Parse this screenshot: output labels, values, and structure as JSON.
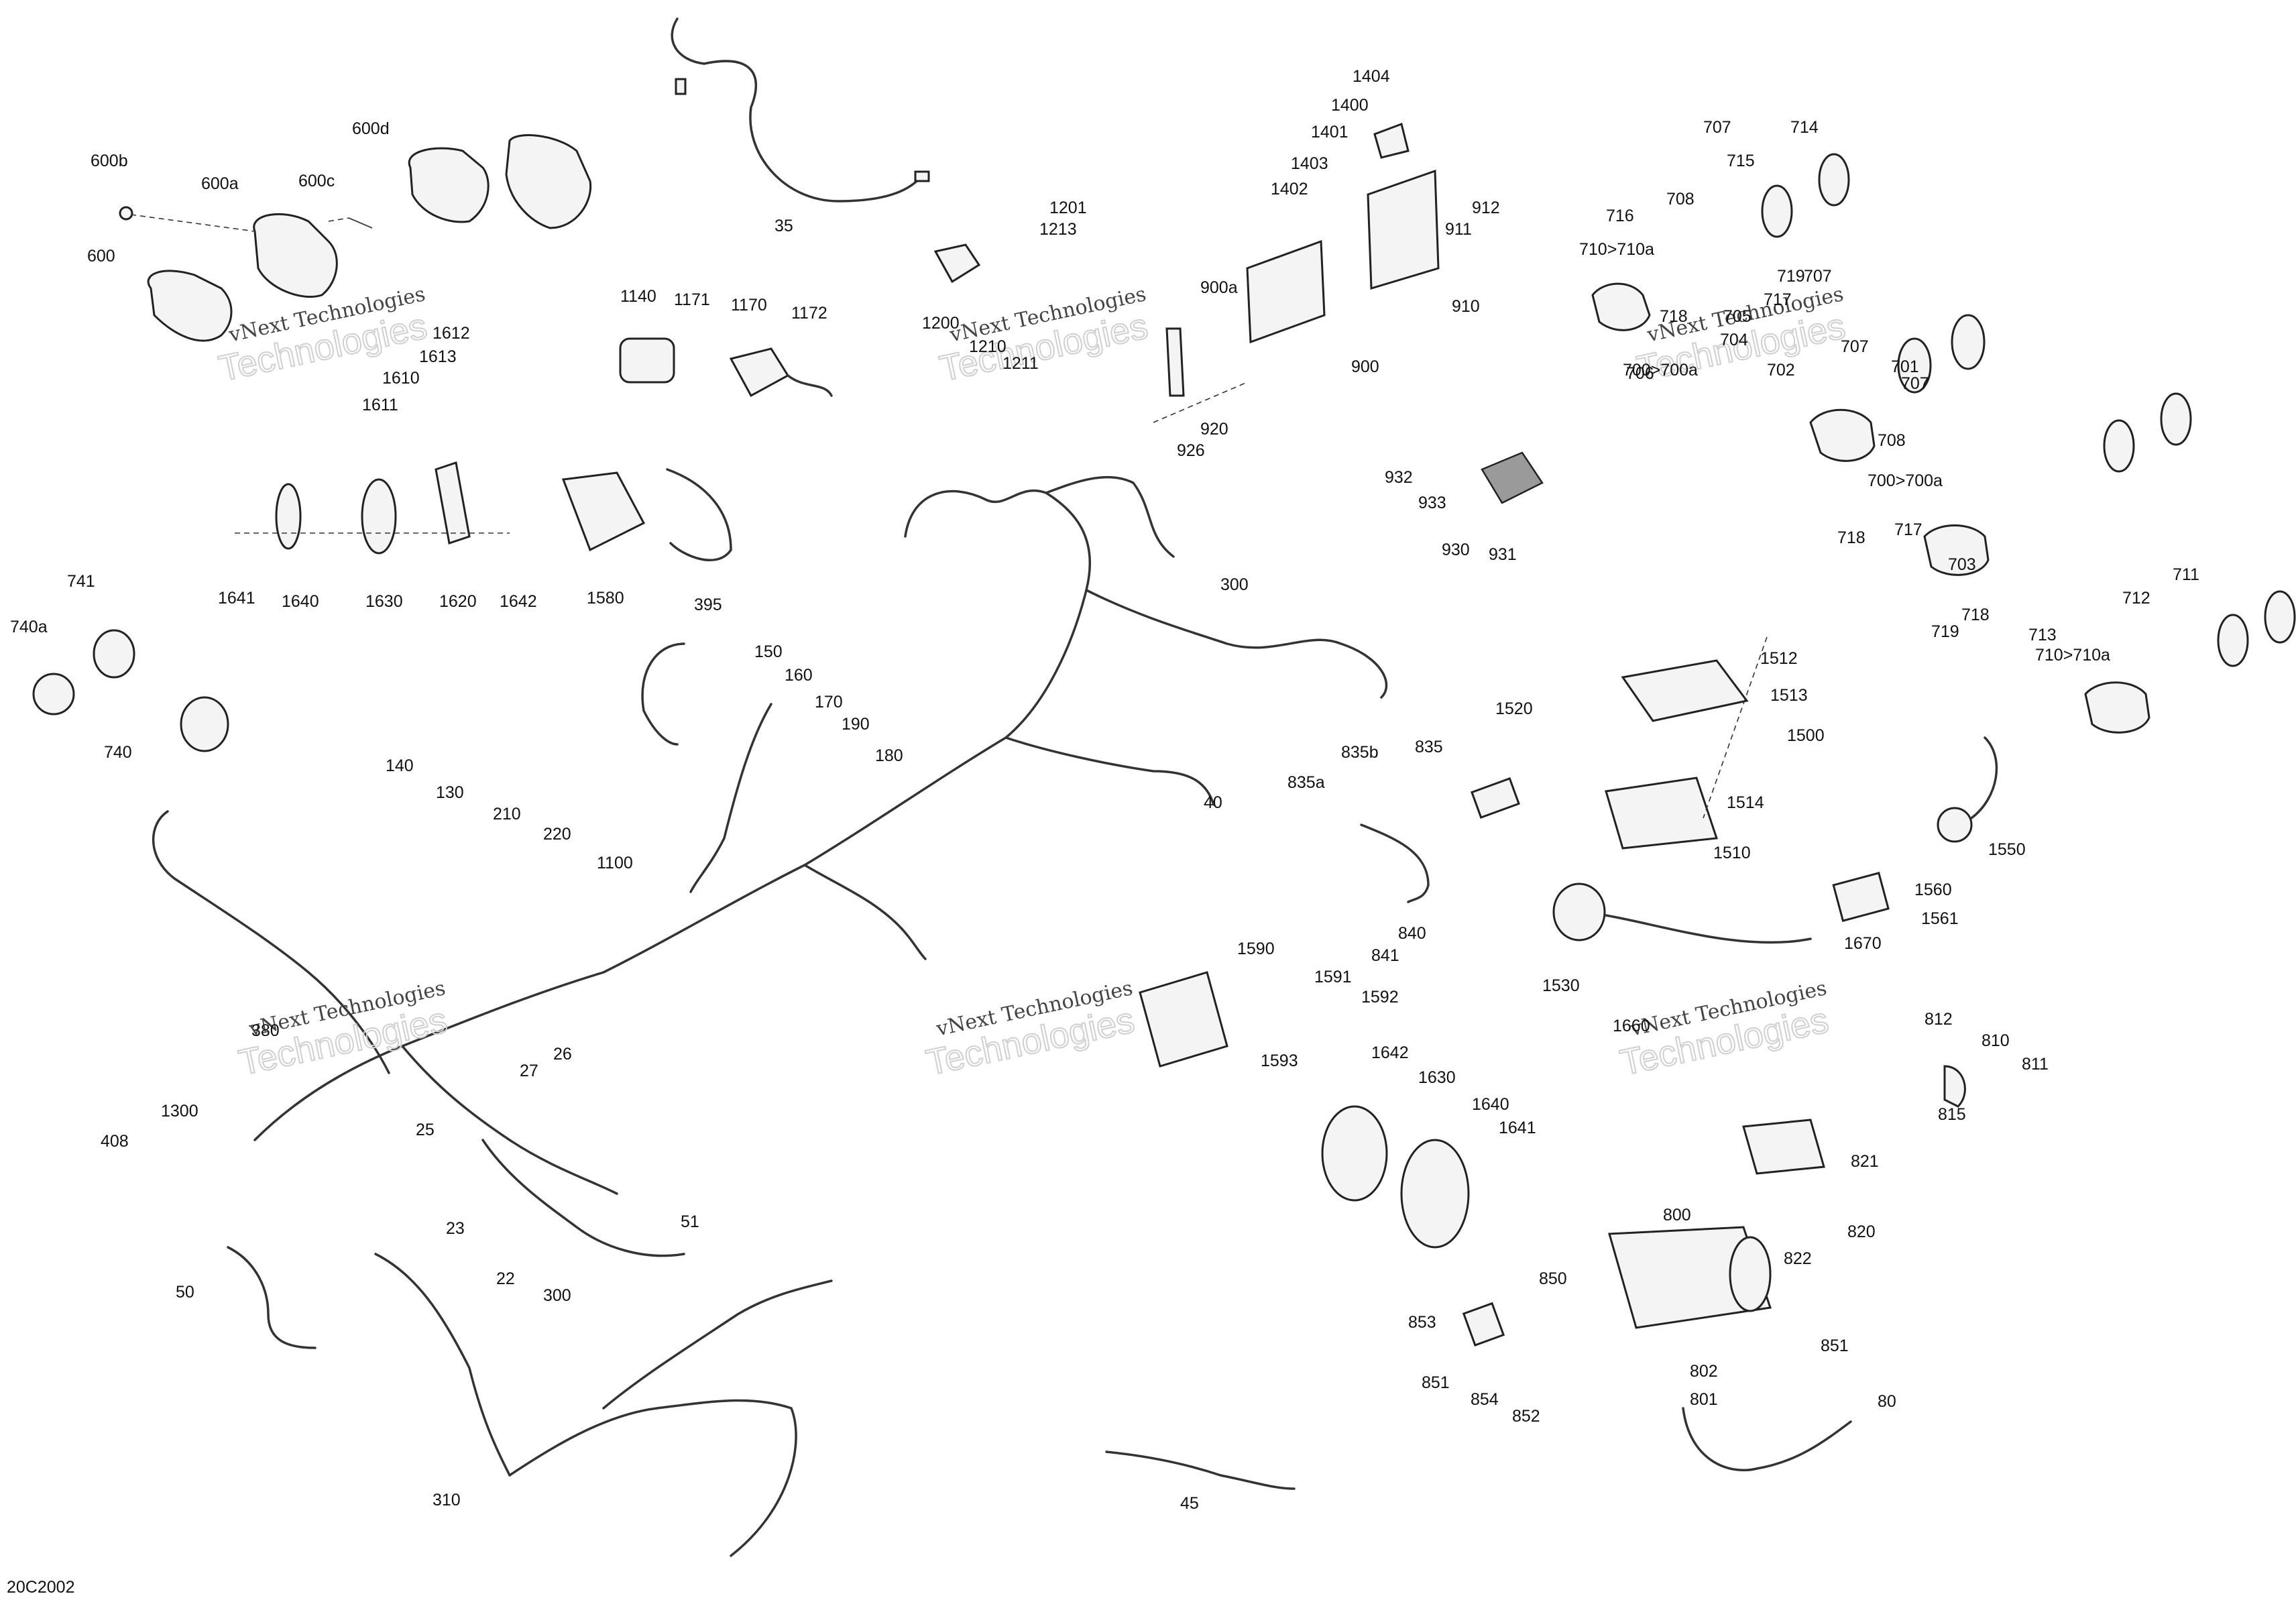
{
  "diagram_code": "20C2002",
  "watermarks": [
    {
      "text": "vNext Technologies",
      "shadow": "Technologies"
    },
    {
      "text": "vNext Technologies",
      "shadow": "Technologies"
    },
    {
      "text": "vNext Technologies",
      "shadow": "Technologies"
    },
    {
      "text": "vNext Technologies",
      "shadow": "Technologies"
    },
    {
      "text": "vNext Technologies",
      "shadow": "Technologies"
    },
    {
      "text": "vNext Technologies",
      "shadow": "Technologies"
    }
  ],
  "labels": [
    "35",
    "600d",
    "600b",
    "600a",
    "600c",
    "600",
    "1612",
    "1613",
    "1610",
    "1611",
    "1140",
    "1171",
    "1170",
    "1172",
    "1201",
    "1213",
    "1200",
    "1210",
    "1211",
    "1404",
    "1400",
    "1401",
    "1403",
    "1402",
    "912",
    "911",
    "910",
    "900a",
    "900",
    "920",
    "926",
    "707",
    "714",
    "715",
    "708",
    "716",
    "710>710a",
    "718",
    "717",
    "719",
    "707",
    "705",
    "704",
    "706",
    "700>700a",
    "707",
    "701",
    "707",
    "708",
    "702",
    "700>700a",
    "717",
    "718",
    "703",
    "718",
    "719",
    "711",
    "712",
    "713",
    "710>710a",
    "1641",
    "1640",
    "1630",
    "1620",
    "1642",
    "1580",
    "395",
    "741",
    "740a",
    "740",
    "932",
    "933",
    "930",
    "931",
    "300",
    "150",
    "160",
    "170",
    "190",
    "180",
    "140",
    "130",
    "210",
    "220",
    "1100",
    "40",
    "1512",
    "1513",
    "1520",
    "1500",
    "835b",
    "835",
    "835a",
    "1514",
    "1510",
    "1550",
    "840",
    "841",
    "1560",
    "1561",
    "1670",
    "1530",
    "380",
    "1300",
    "408",
    "27",
    "26",
    "25",
    "23",
    "51",
    "22",
    "300",
    "50",
    "310",
    "45",
    "1590",
    "1591",
    "1592",
    "1593",
    "1642",
    "1630",
    "1640",
    "1641",
    "1660",
    "812",
    "810",
    "811",
    "815",
    "821",
    "820",
    "822",
    "800",
    "851",
    "850",
    "853",
    "851",
    "854",
    "852",
    "802",
    "801",
    "80"
  ]
}
